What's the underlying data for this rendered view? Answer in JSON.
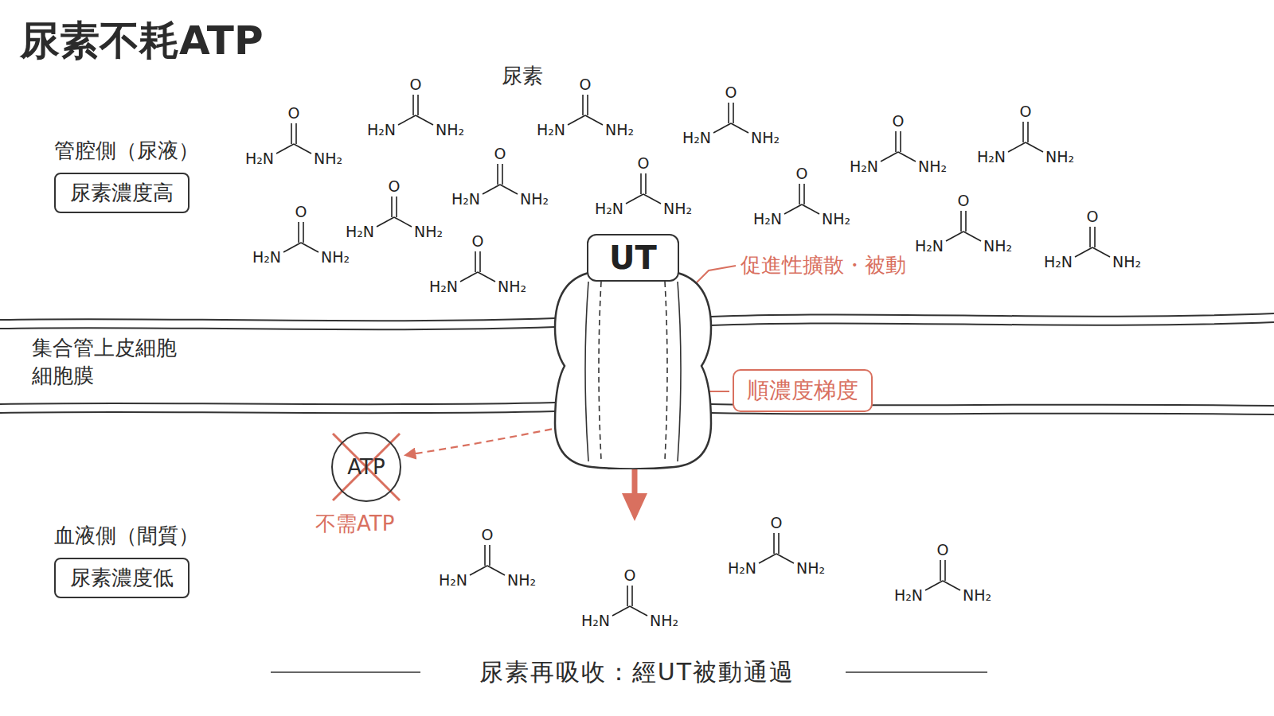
{
  "diagram": {
    "title": "尿素不耗ATP",
    "caption": "尿素再吸收：經UT被動通過",
    "nodes": [
      {
        "text": [
          "管腔側（尿液）",
          "尿素濃度高"
        ]
      },
      {
        "text": [
          "UT"
        ]
      },
      {
        "text": [
          "順濃度梯度"
        ]
      },
      {
        "text": [
          "ATP",
          "不需ATP"
        ]
      },
      {
        "text": [
          "血液側（間質）",
          "尿素濃度低"
        ]
      }
    ],
    "edges": [
      {
        "from": 1,
        "to": 3,
        "arrow": "to"
      }
    ],
    "labels": [
      "尿素",
      "集合管上皮細胞 細胞膜",
      "促進性擴散・被動",
      "O",
      "H₂N",
      "NH₂",
      "O",
      "H₂N",
      "NH₂",
      "O",
      "H₂N",
      "NH₂",
      "O",
      "H₂N",
      "NH₂",
      "O",
      "H₂N",
      "NH₂",
      "O",
      "H₂N",
      "NH₂",
      "O",
      "H₂N",
      "NH₂",
      "O",
      "H₂N",
      "NH₂",
      "O",
      "H₂N",
      "NH₂",
      "O",
      "H₂N",
      "NH₂",
      "O",
      "H₂N",
      "NH₂",
      "O",
      "H₂N",
      "NH₂",
      "O",
      "H₂N",
      "NH₂",
      "O",
      "H₂N",
      "NH₂",
      "O",
      "H₂N",
      "NH₂",
      "O",
      "H₂N",
      "NH₂",
      "O",
      "H₂N",
      "NH₂",
      "O",
      "H₂N",
      "NH₂"
    ]
  }
}
